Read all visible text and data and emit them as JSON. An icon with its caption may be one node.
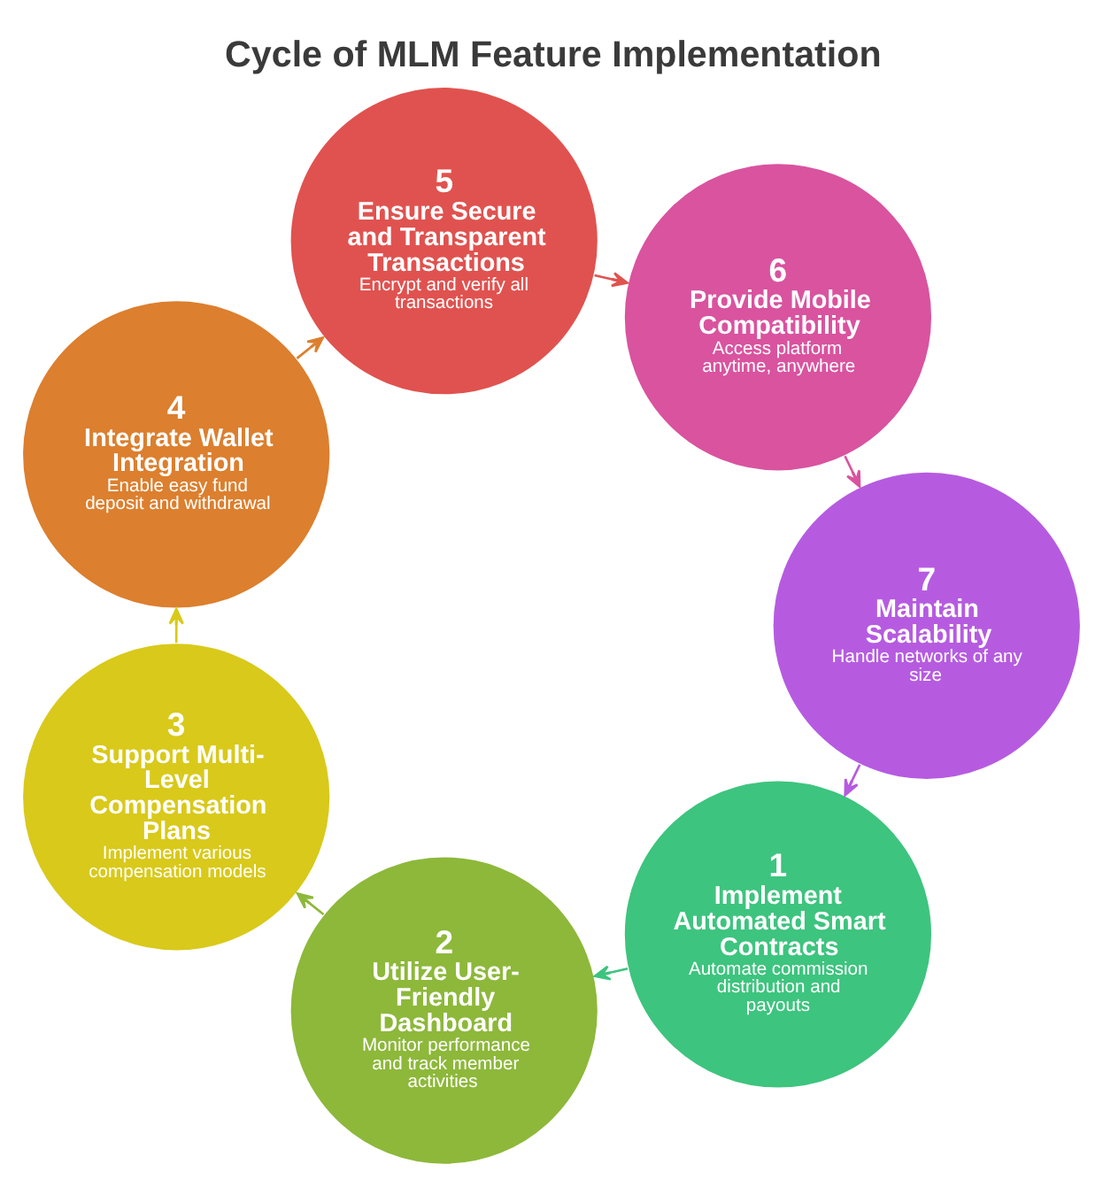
{
  "diagram": {
    "title": "Cycle of MLM Feature Implementation",
    "nodes": [
      {
        "text": [
          "1",
          "Implement Automated Smart Contracts",
          "Automate commission distribution and payouts"
        ]
      },
      {
        "text": [
          "2",
          "Utilize User-Friendly Dashboard",
          "Monitor performance and track member activities"
        ]
      },
      {
        "text": [
          "3",
          "Support Multi-Level Compensation Plans",
          "Implement various compensation models"
        ]
      },
      {
        "text": [
          "4",
          "Integrate Wallet Integration",
          "Enable easy fund deposit and withdrawal"
        ]
      },
      {
        "text": [
          "5",
          "Ensure Secure and Transparent Transactions",
          "Encrypt and verify all transactions"
        ]
      },
      {
        "text": [
          "6",
          "Provide Mobile Compatibility",
          "Access platform anytime, anywhere"
        ]
      },
      {
        "text": [
          "7",
          "Maintain Scalability",
          "Handle networks of any size"
        ]
      }
    ],
    "edges": [
      {
        "from": 0,
        "to": 1,
        "arrow": "to",
        "color": "#3dc47e"
      },
      {
        "from": 1,
        "to": 2,
        "arrow": "to",
        "color": "#8db83a"
      },
      {
        "from": 2,
        "to": 3,
        "arrow": "to",
        "color": "#d9c91a"
      },
      {
        "from": 3,
        "to": 4,
        "arrow": "to",
        "color": "#dc7f2e"
      },
      {
        "from": 4,
        "to": 5,
        "arrow": "to",
        "color": "#e0524f"
      },
      {
        "from": 5,
        "to": 6,
        "arrow": "to",
        "color": "#d9539f"
      },
      {
        "from": 6,
        "to": 0,
        "arrow": "to",
        "color": "#b65be0"
      }
    ]
  }
}
